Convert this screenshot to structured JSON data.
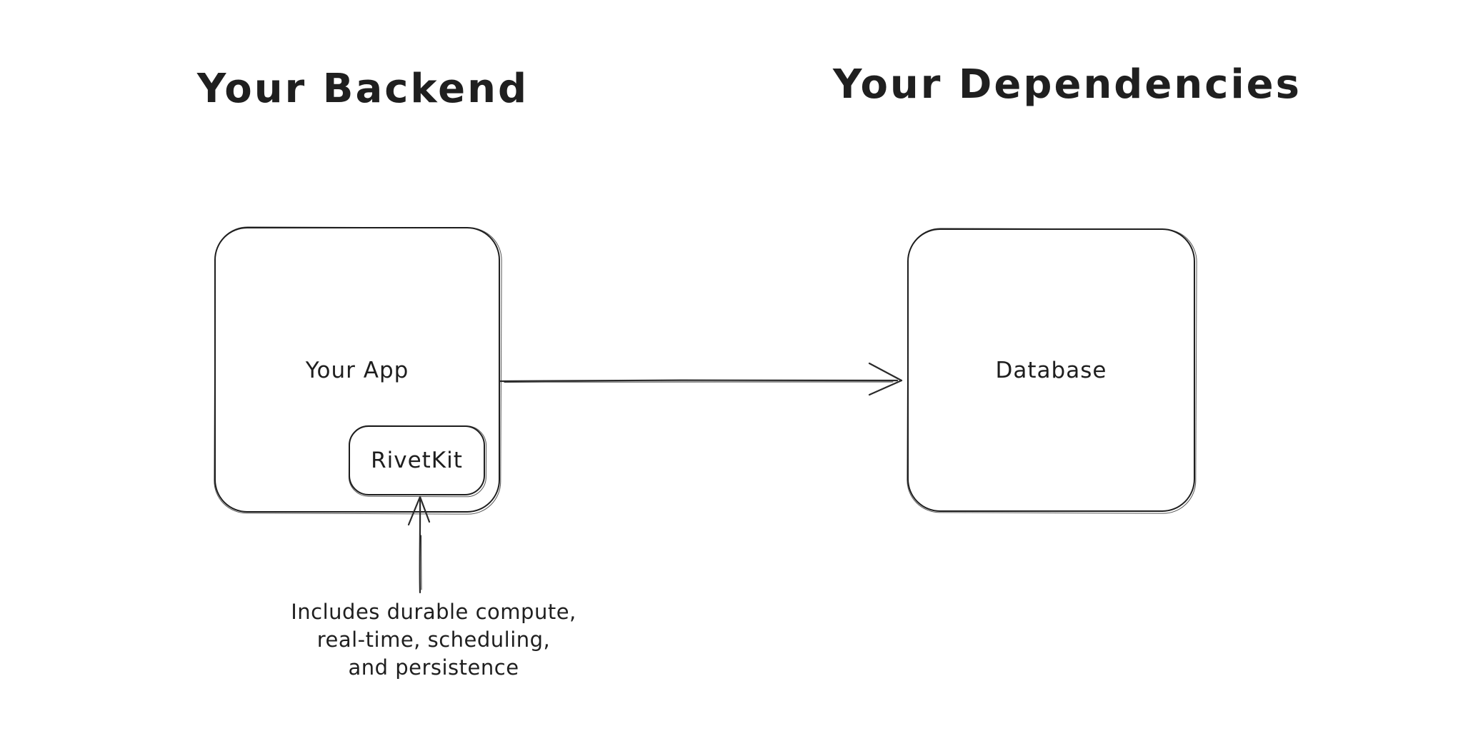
{
  "canvas": {
    "background_color": "#ffffff",
    "stroke_color": "#1e1e1e",
    "text_color": "#1e1e1e"
  },
  "titles": {
    "left": "Your Backend",
    "right": "Your Dependencies"
  },
  "nodes": {
    "your_app": {
      "label": "Your App"
    },
    "rivetkit": {
      "label": "RivetKit"
    },
    "database": {
      "label": "Database"
    }
  },
  "caption": {
    "lines": [
      "Includes durable compute,",
      "real-time, scheduling,",
      "and persistence"
    ]
  },
  "arrows": [
    {
      "name": "app-to-database",
      "from": "Your App",
      "to": "Database",
      "direction": "right"
    },
    {
      "name": "caption-to-rivetkit",
      "from": "caption",
      "to": "RivetKit",
      "direction": "up"
    }
  ]
}
